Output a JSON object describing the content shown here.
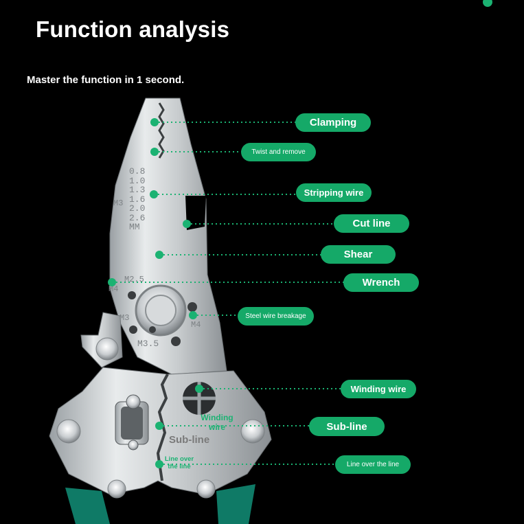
{
  "header": {
    "title": "Function analysis",
    "subtitle": "Master the function in 1 second."
  },
  "labels": {
    "clamping": "Clamping",
    "twist_remove": "Twist and remove",
    "stripping": "Stripping wire",
    "cut_line": "Cut line",
    "shear": "Shear",
    "wrench": "Wrench",
    "steel_break": "Steel wire breakage",
    "winding": "Winding wire",
    "sub_line": "Sub-line",
    "line_over": "Line over the line"
  },
  "tool_text": {
    "gauge": [
      "0.8",
      "1.0",
      "1.3",
      "1.6",
      "2.0",
      "2.6",
      "MM"
    ],
    "m3_side": "M3",
    "m25": "M2.5",
    "m4_left": "M4",
    "m3_low": "M3",
    "m4_right": "M4",
    "m35": "M3.5",
    "winding_inner": "Winding wire",
    "subline_ghost": "Sub-line",
    "line_over_inner": "Line over the line"
  },
  "colors": {
    "accent": "#15a968",
    "dot": "#1bb272",
    "background": "#000000"
  }
}
